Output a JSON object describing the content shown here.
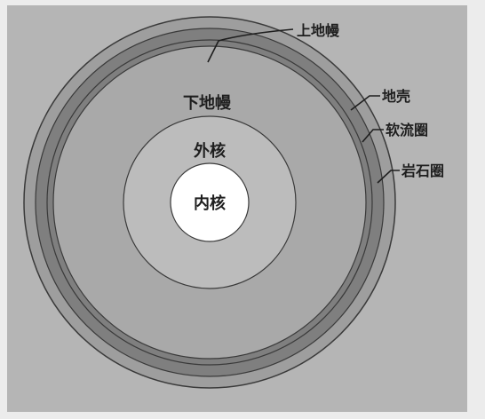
{
  "colors": {
    "page_bg": "#ececec",
    "panel_bg": "#b5b5b5",
    "crust": "#9e9e9e",
    "upper_mantle": "#7f7f7f",
    "lower_mantle": "#a9a9a9",
    "outer_core": "#bcbcbc",
    "inner_core": "#ffffff",
    "outline": "#3a3a3a"
  },
  "labels": {
    "upper_mantle": "上地幔",
    "crust": "地壳",
    "asthenosphere": "软流圈",
    "lithosphere": "岩石圈",
    "lower_mantle": "下地幔",
    "outer_core": "外核",
    "inner_core": "内核"
  }
}
